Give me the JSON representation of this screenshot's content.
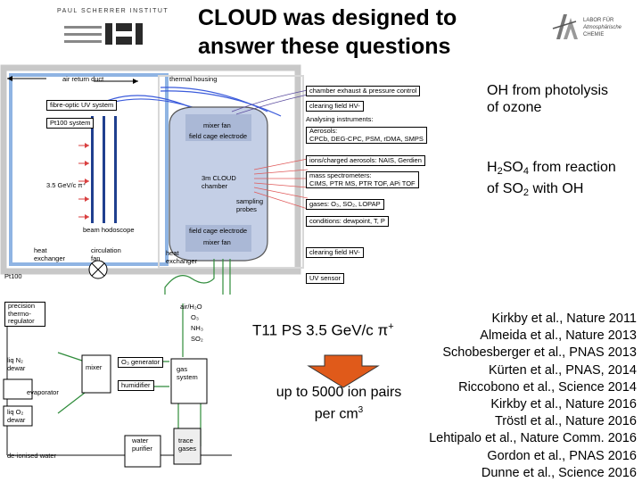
{
  "slide": {
    "title_line1": "CLOUD was designed to",
    "title_line2": "answer these questions",
    "psi_logo_text": "PAUL SCHERRER INSTITUT",
    "psi_logo_mark": "PSI",
    "lpc_logo_text": "LABOR FÜR Atmosphärische CHEMIE"
  },
  "annotations": {
    "oh_line1": "OH from photolysis",
    "oh_line2": "of ozone",
    "h2so4_a": "H",
    "h2so4_sub1": "2",
    "h2so4_b": "SO",
    "h2so4_sub2": "4",
    "h2so4_c": " from reaction",
    "so2_a": "of SO",
    "so2_sub": "2",
    "so2_b": " with OH",
    "beam": "T11 PS 3.5 GeV/c π",
    "beam_sup": "+",
    "ion_line1": "up to 5000 ion pairs",
    "ion_line2": "per cm",
    "ion_sup": "3"
  },
  "references": [
    "Kirkby et al., Nature 2011",
    "Almeida et al., Nature 2013",
    "Schobesberger et al., PNAS 2013",
    "Kürten et al., PNAS, 2014",
    "Riccobono et al., Science 2014",
    "Kirkby et al., Nature 2016",
    "Tröstl et al., Nature 2016",
    "Lehtipalo et al., Nature Comm. 2016",
    "Gordon et al., PNAS 2016",
    "Dunne et al., Science 2016"
  ],
  "diagram": {
    "air_return_duct": "air return duct",
    "thermal_housing": "thermal housing",
    "fibre_optic_uv": "fibre-optic UV system",
    "pt100_system": "Pt100 system",
    "beam_energy": "3.5 GeV/c π⁺",
    "beam_hodoscope": "beam hodoscope",
    "heat_exchanger_left": "heat exchanger",
    "circulation_fan": "circulation fan",
    "pt100": "Pt100",
    "mixer_fan_top": "mixer fan",
    "field_cage_top": "field cage electrode",
    "chamber_name": "3m CLOUD chamber",
    "sampling_probes": "sampling probes",
    "field_cage_bottom": "field cage electrode",
    "mixer_fan_bottom": "mixer fan",
    "heat_exchanger_right": "heat exchanger",
    "chamber_exhaust": "chamber exhaust & pressure control",
    "clearing_field_top": "clearing field HV-",
    "analysing_instruments": "Analysing instruments:",
    "aerosols": "Aerosols:",
    "aerosol_list": "CPCb, DEG-CPC, PSM, rDMA, SMPS",
    "ions_charged": "ions/charged aerosols: NAIS, Gerdien",
    "mass_spec_1": "mass spectrometers:",
    "mass_spec_2": "CIMS, PTR MS, PTR TOF, APi TOF",
    "gases": "gases: O₃, SO₂, LOPAP",
    "conditions": "conditions: dewpoint, T, P",
    "clearing_field_bottom": "clearing field HV-",
    "uv_sensor": "UV sensor",
    "precision_thermo": "precision thermo-regulator",
    "air_h2o": "air/H₂O",
    "o3": "O₃",
    "nh3": "NH₃",
    "so2": "SO₂",
    "liq_n2": "liq N₂ dewar",
    "liq_o2": "liq O₂ dewar",
    "evaporator": "evaporator",
    "mixer": "mixer",
    "o3_generator": "O₃ generator",
    "humidifier": "humidifier",
    "gas_system": "gas system",
    "water_purifier": "water purifier",
    "trace_gases": "trace gases",
    "deionised_water": "de-ionised water"
  }
}
